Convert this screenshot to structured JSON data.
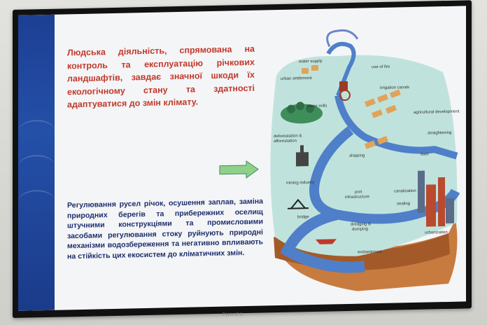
{
  "slide": {
    "heading": "Людська діяльність, спрямована на контроль та експлуатацію річкових ландшафтів, завдає значної шкоди їх екологічному стану та здатності адаптуватися до змін клімату.",
    "body": "Регулювання русел річок, осушення заплав, заміна природних берегів та прибережних оселищ штучними конструкціями та промисловими засобами регулювання стоку руйнують природні механізми водозбереження та негативно впливають на стійкість цих екосистем до кліматичних змін."
  },
  "illustration": {
    "labels": {
      "water_supply": "water supply",
      "urban_settlement": "urban settlement",
      "use_of_fire": "use of fire",
      "water_mills": "water mills",
      "irrigation_canals": "irrigation canals",
      "agricultural_development": "agricultural development",
      "deforestation": "deforestation &",
      "afforestation": "afforestation",
      "straightening": "straightening",
      "shipping": "shipping",
      "dam": "dam",
      "mining_industry": "mining industry",
      "port": "port",
      "infrastructure": "infrastructure",
      "canalization": "canalization",
      "sealing": "sealing",
      "bridge": "bridge",
      "dredging": "dredging &",
      "dumping": "dumping",
      "urbanization": "urbanization",
      "embankment": "embankment"
    }
  },
  "colors": {
    "heading": "#c0392b",
    "body": "#1d2d6b",
    "stripe": "#1c3f93",
    "river": "#4f7fc9",
    "land": "#bfe3dc",
    "arrow": "#8fd18a"
  },
  "brand": "PHILIPS"
}
